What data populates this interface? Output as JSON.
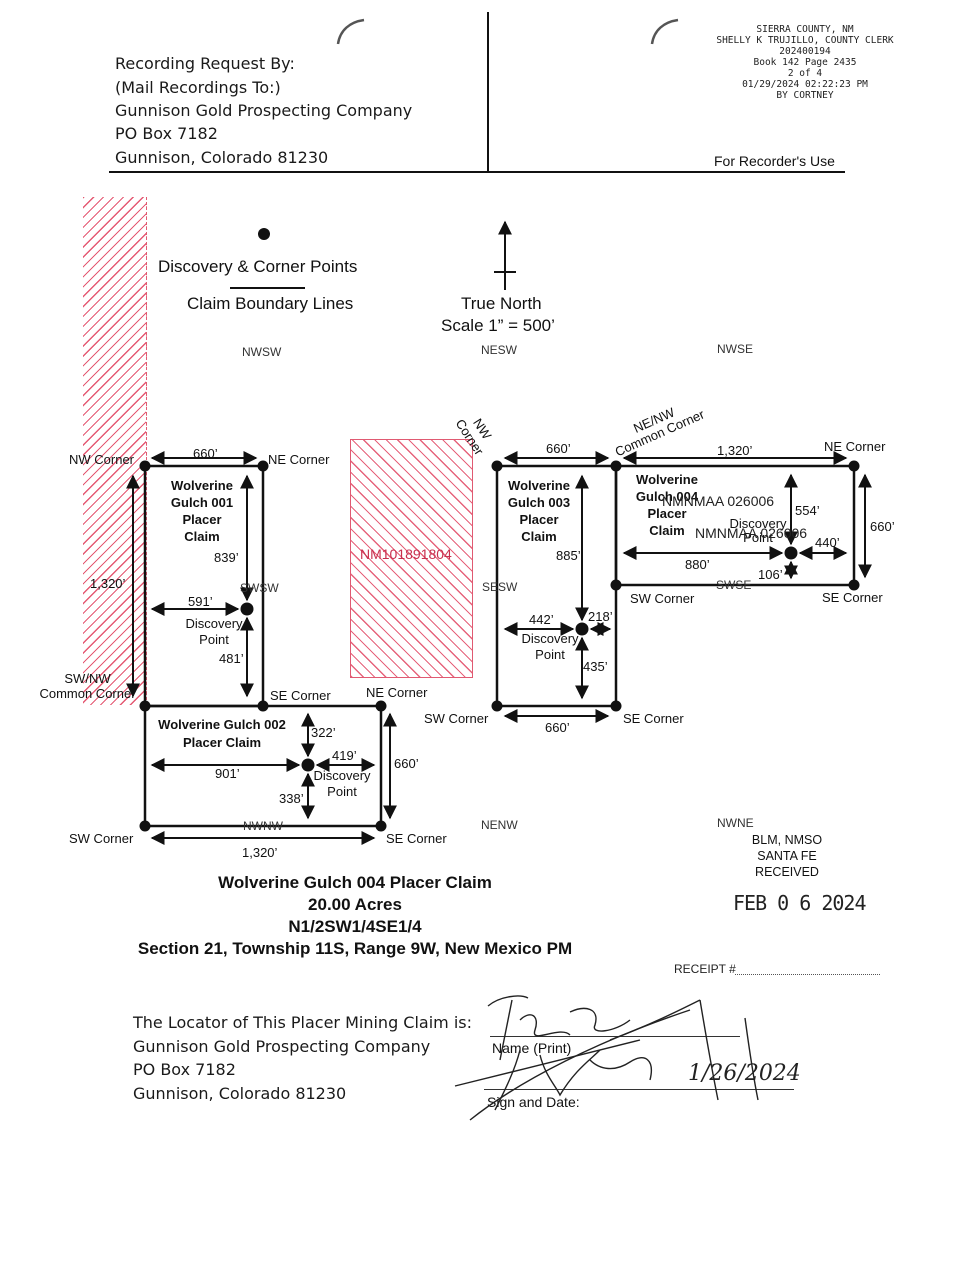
{
  "header": {
    "recording_request": [
      "Recording Request By:",
      "(Mail Recordings To:)",
      "Gunnison Gold Prospecting Company",
      "PO Box 7182",
      "Gunnison, Colorado 81230"
    ],
    "stamp": [
      "SIERRA COUNTY, NM",
      "SHELLY K TRUJILLO, COUNTY CLERK",
      "202400194",
      "Book 142 Page 2435",
      "2 of  4",
      "01/29/2024 02:22:23 PM",
      "BY        CORTNEY"
    ],
    "recorder_use": "For Recorder's Use"
  },
  "legend": {
    "discovery_label": "Discovery & Corner Points",
    "boundary_label": "Claim Boundary Lines",
    "north_label": "True North",
    "scale_label": "Scale 1” = 500’"
  },
  "quarters": {
    "nwsw": "NWSW",
    "nesw": "NESW",
    "nwse": "NWSE",
    "swsw": "SWSW",
    "sesw": "SESW",
    "swse": "SWSE",
    "nwnw": "NWNW",
    "nenw": "NENW",
    "nwne": "NWNE"
  },
  "hatched": {
    "nm_label": "NM101891804"
  },
  "claim001": {
    "name": [
      "Wolverine",
      "Gulch 001",
      "Placer",
      "Claim"
    ],
    "nw_corner": "NW Corner",
    "ne_corner": "NE Corner",
    "se_corner": "SE Corner",
    "sw_nw_corner": [
      "SW/NW",
      "Common Corner"
    ],
    "top_dim": "660’",
    "side_dim": "1,320’",
    "d839": "839’",
    "d591": "591’",
    "d481": "481’",
    "discovery": [
      "Discovery",
      "Point"
    ]
  },
  "claim002": {
    "name": [
      "Wolverine Gulch 002",
      "Placer Claim"
    ],
    "ne_corner": "NE Corner",
    "sw_corner": "SW Corner",
    "se_corner": "SE Corner",
    "d322": "322’",
    "d419": "419’",
    "d901": "901’",
    "d338": "338’",
    "d660": "660’",
    "d1320": "1,320’",
    "discovery": [
      "Discovery",
      "Point"
    ]
  },
  "claim003": {
    "name": [
      "Wolverine",
      "Gulch 003",
      "Placer",
      "Claim"
    ],
    "nw_corner": [
      "NW",
      "Corner"
    ],
    "sw_corner": "SW Corner",
    "se_corner": "SE Corner",
    "top_dim": "660’",
    "bottom_dim": "660’",
    "d885": "885’",
    "d442": "442’",
    "d218": "218’",
    "d435": "435’",
    "discovery": [
      "Discovery",
      "Point"
    ]
  },
  "claim004": {
    "name": [
      "Wolverine",
      "Gulch 004",
      "Placer",
      "Claim"
    ],
    "ne_nw_corner": [
      "NE/NW",
      "Common Corner"
    ],
    "ne_corner": "NE Corner",
    "sw_corner": "SW Corner",
    "se_corner": "SE Corner",
    "top_dim": "1,320’",
    "d554": "554’",
    "d440": "440’",
    "d660": "660’",
    "d880": "880’",
    "d106": "106’",
    "discovery": [
      "Discovery",
      "Point"
    ],
    "overlay1": "NMNMAA 026006",
    "overlay2": "NMNMAA 026006"
  },
  "blm_stamp": {
    "lines": [
      "BLM, NMSO",
      "SANTA FE",
      "RECEIVED"
    ],
    "date": "FEB 0 6 2024",
    "receipt": "RECEIPT #"
  },
  "claim_title": {
    "name": "Wolverine Gulch 004 Placer Claim",
    "acres": "20.00 Acres",
    "aliquot": "N1/2SW1/4SE1/4",
    "location": "Section 21, Township 11S, Range 9W, New Mexico PM"
  },
  "locator": {
    "lines": [
      "The Locator of This Placer Mining Claim is:",
      "Gunnison Gold Prospecting Company",
      "PO Box 7182",
      "Gunnison, Colorado 81230"
    ],
    "name_field": "Name (Print)",
    "sign_field": "Sign and Date:",
    "signed_date": "1/26/2024"
  }
}
